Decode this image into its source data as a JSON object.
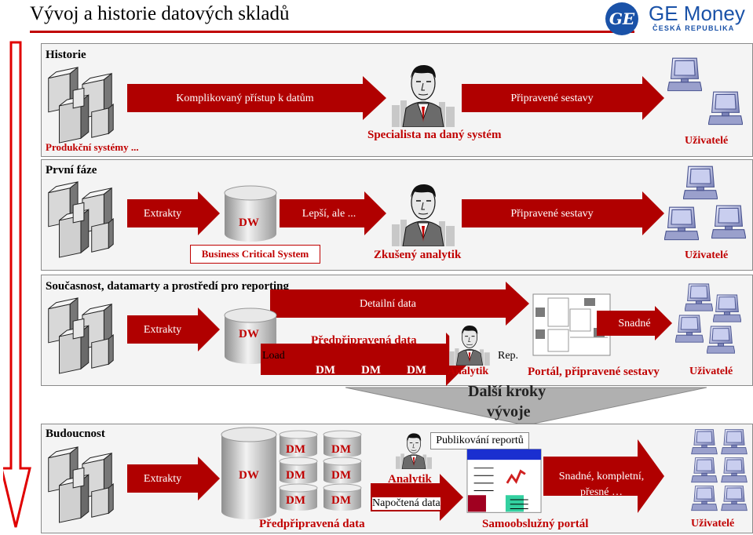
{
  "title": "Vývoj a historie datových skladů",
  "brand": {
    "name": "GE Money",
    "sub": "ČESKÁ REPUBLIKA",
    "mono": "GE"
  },
  "colors": {
    "accent": "#c00000",
    "brand": "#1a52a8",
    "panel": "#f4f4f4"
  },
  "icons": [
    "server-stack-icon",
    "computer-icon",
    "person-icon",
    "database-icon",
    "portal-icon"
  ],
  "historie": {
    "title": "Historie",
    "arrow1": "Komplikovaný přístup k datům",
    "arrow2": "Připravené sestavy",
    "source": "Produkční systémy ...",
    "person": "Specialista na daný systém",
    "users": "Uživatelé"
  },
  "prvni": {
    "title": "První fáze",
    "extrakty": "Extrakty",
    "dw": "DW",
    "arrow2": "Lepší, ale ...",
    "arrow3": "Připravené sestavy",
    "bcs": "Business Critical System",
    "person": "Zkušený analytik",
    "users": "Uživatelé"
  },
  "soucasnost": {
    "title": "Současnost, datamarty a prostředí pro reporting",
    "detail": "Detailní data",
    "extrakty": "Extrakty",
    "dw": "DW",
    "load": "Load",
    "predpripravena": "Předpřipravená data",
    "dm": [
      "DM",
      "DM",
      "DM"
    ],
    "analytik": "Analytik",
    "rep": "Rep.",
    "snadne": "Snadné",
    "portal": "Portál, připravené sestavy",
    "users": "Uživatelé"
  },
  "dalsi": {
    "line1": "Další kroky",
    "line2": "vývoje"
  },
  "budoucnost": {
    "title": "Budoucnost",
    "extrakty": "Extrakty",
    "dw": "DW",
    "dm": [
      "DM",
      "DM",
      "DM",
      "DM",
      "DM",
      "DM"
    ],
    "publikovani": "Publikování reportů",
    "analytik": "Analytik",
    "napoctena": "Napočtená data",
    "snadne1": "Snadné, kompletní,",
    "snadne2": "přesné …",
    "predpripravena": "Předpřipravená data",
    "portal": "Samoobslužný portál",
    "users": "Uživatelé"
  }
}
